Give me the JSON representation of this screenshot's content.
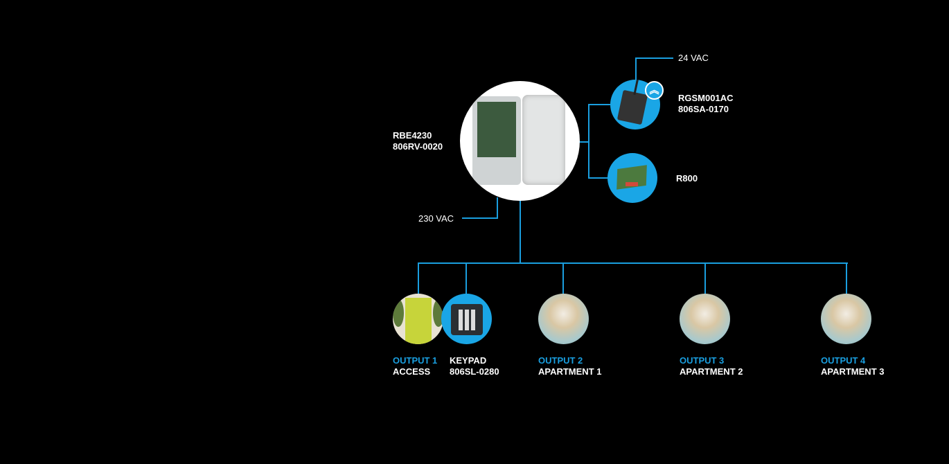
{
  "colors": {
    "line": "#1a9fe0",
    "accent_circle": "#1aa6e6",
    "background": "#000000"
  },
  "controller": {
    "model": "RBE4230",
    "code": "806RV-0020",
    "icon": "control-unit-image"
  },
  "power_main": {
    "label": "230 VAC"
  },
  "gsm_module": {
    "model": "RGSM001AC",
    "code": "806SA-0170",
    "power": "24 VAC",
    "icon": "gsm-module-image",
    "badge_icon": "signal-chevrons-up-icon"
  },
  "radio_card": {
    "model": "R800",
    "icon": "radio-card-image"
  },
  "outputs": [
    {
      "title": "OUTPUT 1",
      "name": "ACCESS",
      "icon": "door-image"
    },
    {
      "title": "OUTPUT 2",
      "name": "APARTMENT 1",
      "icon": "apartment-image"
    },
    {
      "title": "OUTPUT 3",
      "name": "APARTMENT 2",
      "icon": "apartment-image"
    },
    {
      "title": "OUTPUT 4",
      "name": "APARTMENT 3",
      "icon": "apartment-image"
    }
  ],
  "keypad": {
    "model": "KEYPAD",
    "code": "806SL-0280",
    "icon": "keypad-image"
  }
}
